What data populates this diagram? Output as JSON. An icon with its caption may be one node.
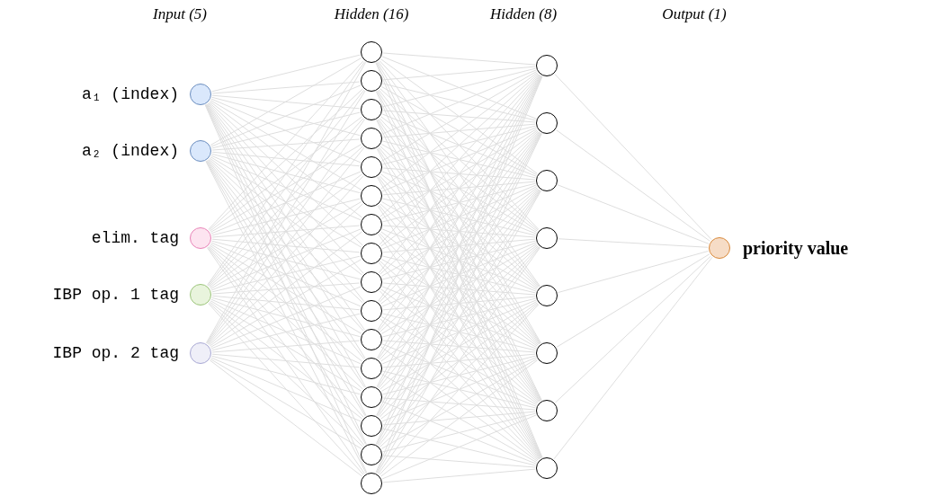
{
  "diagram": {
    "nodes": [
      {
        "text": [],
        "shape": "circle",
        "beside": [
          "a₁ (index)"
        ]
      },
      {
        "text": [],
        "shape": "circle",
        "beside": [
          "a₂ (index)"
        ]
      },
      {
        "text": [],
        "shape": "circle",
        "beside": [
          "elim. tag"
        ]
      },
      {
        "text": [],
        "shape": "circle",
        "beside": [
          "IBP op. 1 tag"
        ]
      },
      {
        "text": [],
        "shape": "circle",
        "beside": [
          "IBP op. 2 tag"
        ]
      },
      {
        "text": [],
        "shape": "circle"
      },
      {
        "text": [],
        "shape": "circle"
      },
      {
        "text": [],
        "shape": "circle"
      },
      {
        "text": [],
        "shape": "circle"
      },
      {
        "text": [],
        "shape": "circle"
      },
      {
        "text": [],
        "shape": "circle"
      },
      {
        "text": [],
        "shape": "circle"
      },
      {
        "text": [],
        "shape": "circle"
      },
      {
        "text": [],
        "shape": "circle"
      },
      {
        "text": [],
        "shape": "circle"
      },
      {
        "text": [],
        "shape": "circle"
      },
      {
        "text": [],
        "shape": "circle"
      },
      {
        "text": [],
        "shape": "circle"
      },
      {
        "text": [],
        "shape": "circle"
      },
      {
        "text": [],
        "shape": "circle"
      },
      {
        "text": [],
        "shape": "circle"
      },
      {
        "text": [],
        "shape": "circle"
      },
      {
        "text": [],
        "shape": "circle"
      },
      {
        "text": [],
        "shape": "circle"
      },
      {
        "text": [],
        "shape": "circle"
      },
      {
        "text": [],
        "shape": "circle"
      },
      {
        "text": [],
        "shape": "circle"
      },
      {
        "text": [],
        "shape": "circle"
      },
      {
        "text": [],
        "shape": "circle"
      },
      {
        "text": [],
        "shape": "circle",
        "beside": [
          "priority value"
        ]
      }
    ],
    "edges": [
      {
        "from": 0,
        "to": 5,
        "arrow": "none"
      },
      {
        "from": 0,
        "to": 6,
        "arrow": "none"
      },
      {
        "from": 0,
        "to": 7,
        "arrow": "none"
      },
      {
        "from": 0,
        "to": 8,
        "arrow": "none"
      },
      {
        "from": 0,
        "to": 9,
        "arrow": "none"
      },
      {
        "from": 0,
        "to": 10,
        "arrow": "none"
      },
      {
        "from": 0,
        "to": 11,
        "arrow": "none"
      },
      {
        "from": 0,
        "to": 12,
        "arrow": "none"
      },
      {
        "from": 0,
        "to": 13,
        "arrow": "none"
      },
      {
        "from": 0,
        "to": 14,
        "arrow": "none"
      },
      {
        "from": 0,
        "to": 15,
        "arrow": "none"
      },
      {
        "from": 0,
        "to": 16,
        "arrow": "none"
      },
      {
        "from": 0,
        "to": 17,
        "arrow": "none"
      },
      {
        "from": 0,
        "to": 18,
        "arrow": "none"
      },
      {
        "from": 0,
        "to": 19,
        "arrow": "none"
      },
      {
        "from": 0,
        "to": 20,
        "arrow": "none"
      },
      {
        "from": 1,
        "to": 5,
        "arrow": "none"
      },
      {
        "from": 1,
        "to": 6,
        "arrow": "none"
      },
      {
        "from": 1,
        "to": 7,
        "arrow": "none"
      },
      {
        "from": 1,
        "to": 8,
        "arrow": "none"
      },
      {
        "from": 1,
        "to": 9,
        "arrow": "none"
      },
      {
        "from": 1,
        "to": 10,
        "arrow": "none"
      },
      {
        "from": 1,
        "to": 11,
        "arrow": "none"
      },
      {
        "from": 1,
        "to": 12,
        "arrow": "none"
      },
      {
        "from": 1,
        "to": 13,
        "arrow": "none"
      },
      {
        "from": 1,
        "to": 14,
        "arrow": "none"
      },
      {
        "from": 1,
        "to": 15,
        "arrow": "none"
      },
      {
        "from": 1,
        "to": 16,
        "arrow": "none"
      },
      {
        "from": 1,
        "to": 17,
        "arrow": "none"
      },
      {
        "from": 1,
        "to": 18,
        "arrow": "none"
      },
      {
        "from": 1,
        "to": 19,
        "arrow": "none"
      },
      {
        "from": 1,
        "to": 20,
        "arrow": "none"
      },
      {
        "from": 2,
        "to": 5,
        "arrow": "none"
      },
      {
        "from": 2,
        "to": 6,
        "arrow": "none"
      },
      {
        "from": 2,
        "to": 7,
        "arrow": "none"
      },
      {
        "from": 2,
        "to": 8,
        "arrow": "none"
      },
      {
        "from": 2,
        "to": 9,
        "arrow": "none"
      },
      {
        "from": 2,
        "to": 10,
        "arrow": "none"
      },
      {
        "from": 2,
        "to": 11,
        "arrow": "none"
      },
      {
        "from": 2,
        "to": 12,
        "arrow": "none"
      },
      {
        "from": 2,
        "to": 13,
        "arrow": "none"
      },
      {
        "from": 2,
        "to": 14,
        "arrow": "none"
      },
      {
        "from": 2,
        "to": 15,
        "arrow": "none"
      },
      {
        "from": 2,
        "to": 16,
        "arrow": "none"
      },
      {
        "from": 2,
        "to": 17,
        "arrow": "none"
      },
      {
        "from": 2,
        "to": 18,
        "arrow": "none"
      },
      {
        "from": 2,
        "to": 19,
        "arrow": "none"
      },
      {
        "from": 2,
        "to": 20,
        "arrow": "none"
      },
      {
        "from": 3,
        "to": 5,
        "arrow": "none"
      },
      {
        "from": 3,
        "to": 6,
        "arrow": "none"
      },
      {
        "from": 3,
        "to": 7,
        "arrow": "none"
      },
      {
        "from": 3,
        "to": 8,
        "arrow": "none"
      },
      {
        "from": 3,
        "to": 9,
        "arrow": "none"
      },
      {
        "from": 3,
        "to": 10,
        "arrow": "none"
      },
      {
        "from": 3,
        "to": 11,
        "arrow": "none"
      },
      {
        "from": 3,
        "to": 12,
        "arrow": "none"
      },
      {
        "from": 3,
        "to": 13,
        "arrow": "none"
      },
      {
        "from": 3,
        "to": 14,
        "arrow": "none"
      },
      {
        "from": 3,
        "to": 15,
        "arrow": "none"
      },
      {
        "from": 3,
        "to": 16,
        "arrow": "none"
      },
      {
        "from": 3,
        "to": 17,
        "arrow": "none"
      },
      {
        "from": 3,
        "to": 18,
        "arrow": "none"
      },
      {
        "from": 3,
        "to": 19,
        "arrow": "none"
      },
      {
        "from": 3,
        "to": 20,
        "arrow": "none"
      },
      {
        "from": 4,
        "to": 5,
        "arrow": "none"
      },
      {
        "from": 4,
        "to": 6,
        "arrow": "none"
      },
      {
        "from": 4,
        "to": 7,
        "arrow": "none"
      },
      {
        "from": 4,
        "to": 8,
        "arrow": "none"
      },
      {
        "from": 4,
        "to": 9,
        "arrow": "none"
      },
      {
        "from": 4,
        "to": 10,
        "arrow": "none"
      },
      {
        "from": 4,
        "to": 11,
        "arrow": "none"
      },
      {
        "from": 4,
        "to": 12,
        "arrow": "none"
      },
      {
        "from": 4,
        "to": 13,
        "arrow": "none"
      },
      {
        "from": 4,
        "to": 14,
        "arrow": "none"
      },
      {
        "from": 4,
        "to": 15,
        "arrow": "none"
      },
      {
        "from": 4,
        "to": 16,
        "arrow": "none"
      },
      {
        "from": 4,
        "to": 17,
        "arrow": "none"
      },
      {
        "from": 4,
        "to": 18,
        "arrow": "none"
      },
      {
        "from": 4,
        "to": 19,
        "arrow": "none"
      },
      {
        "from": 4,
        "to": 20,
        "arrow": "none"
      },
      {
        "from": 5,
        "to": 21,
        "arrow": "none"
      },
      {
        "from": 5,
        "to": 22,
        "arrow": "none"
      },
      {
        "from": 5,
        "to": 23,
        "arrow": "none"
      },
      {
        "from": 5,
        "to": 24,
        "arrow": "none"
      },
      {
        "from": 5,
        "to": 25,
        "arrow": "none"
      },
      {
        "from": 5,
        "to": 26,
        "arrow": "none"
      },
      {
        "from": 5,
        "to": 27,
        "arrow": "none"
      },
      {
        "from": 5,
        "to": 28,
        "arrow": "none"
      },
      {
        "from": 6,
        "to": 21,
        "arrow": "none"
      },
      {
        "from": 6,
        "to": 22,
        "arrow": "none"
      },
      {
        "from": 6,
        "to": 23,
        "arrow": "none"
      },
      {
        "from": 6,
        "to": 24,
        "arrow": "none"
      },
      {
        "from": 6,
        "to": 25,
        "arrow": "none"
      },
      {
        "from": 6,
        "to": 26,
        "arrow": "none"
      },
      {
        "from": 6,
        "to": 27,
        "arrow": "none"
      },
      {
        "from": 6,
        "to": 28,
        "arrow": "none"
      },
      {
        "from": 7,
        "to": 21,
        "arrow": "none"
      },
      {
        "from": 7,
        "to": 22,
        "arrow": "none"
      },
      {
        "from": 7,
        "to": 23,
        "arrow": "none"
      },
      {
        "from": 7,
        "to": 24,
        "arrow": "none"
      },
      {
        "from": 7,
        "to": 25,
        "arrow": "none"
      },
      {
        "from": 7,
        "to": 26,
        "arrow": "none"
      },
      {
        "from": 7,
        "to": 27,
        "arrow": "none"
      },
      {
        "from": 7,
        "to": 28,
        "arrow": "none"
      },
      {
        "from": 8,
        "to": 21,
        "arrow": "none"
      },
      {
        "from": 8,
        "to": 22,
        "arrow": "none"
      },
      {
        "from": 8,
        "to": 23,
        "arrow": "none"
      },
      {
        "from": 8,
        "to": 24,
        "arrow": "none"
      },
      {
        "from": 8,
        "to": 25,
        "arrow": "none"
      },
      {
        "from": 8,
        "to": 26,
        "arrow": "none"
      },
      {
        "from": 8,
        "to": 27,
        "arrow": "none"
      },
      {
        "from": 8,
        "to": 28,
        "arrow": "none"
      },
      {
        "from": 9,
        "to": 21,
        "arrow": "none"
      },
      {
        "from": 9,
        "to": 22,
        "arrow": "none"
      },
      {
        "from": 9,
        "to": 23,
        "arrow": "none"
      },
      {
        "from": 9,
        "to": 24,
        "arrow": "none"
      },
      {
        "from": 9,
        "to": 25,
        "arrow": "none"
      },
      {
        "from": 9,
        "to": 26,
        "arrow": "none"
      },
      {
        "from": 9,
        "to": 27,
        "arrow": "none"
      },
      {
        "from": 9,
        "to": 28,
        "arrow": "none"
      },
      {
        "from": 10,
        "to": 21,
        "arrow": "none"
      },
      {
        "from": 10,
        "to": 22,
        "arrow": "none"
      },
      {
        "from": 10,
        "to": 23,
        "arrow": "none"
      },
      {
        "from": 10,
        "to": 24,
        "arrow": "none"
      },
      {
        "from": 10,
        "to": 25,
        "arrow": "none"
      },
      {
        "from": 10,
        "to": 26,
        "arrow": "none"
      },
      {
        "from": 10,
        "to": 27,
        "arrow": "none"
      },
      {
        "from": 10,
        "to": 28,
        "arrow": "none"
      },
      {
        "from": 11,
        "to": 21,
        "arrow": "none"
      },
      {
        "from": 11,
        "to": 22,
        "arrow": "none"
      },
      {
        "from": 11,
        "to": 23,
        "arrow": "none"
      },
      {
        "from": 11,
        "to": 24,
        "arrow": "none"
      },
      {
        "from": 11,
        "to": 25,
        "arrow": "none"
      },
      {
        "from": 11,
        "to": 26,
        "arrow": "none"
      },
      {
        "from": 11,
        "to": 27,
        "arrow": "none"
      },
      {
        "from": 11,
        "to": 28,
        "arrow": "none"
      },
      {
        "from": 12,
        "to": 21,
        "arrow": "none"
      },
      {
        "from": 12,
        "to": 22,
        "arrow": "none"
      },
      {
        "from": 12,
        "to": 23,
        "arrow": "none"
      },
      {
        "from": 12,
        "to": 24,
        "arrow": "none"
      },
      {
        "from": 12,
        "to": 25,
        "arrow": "none"
      },
      {
        "from": 12,
        "to": 26,
        "arrow": "none"
      },
      {
        "from": 12,
        "to": 27,
        "arrow": "none"
      },
      {
        "from": 12,
        "to": 28,
        "arrow": "none"
      },
      {
        "from": 13,
        "to": 21,
        "arrow": "none"
      },
      {
        "from": 13,
        "to": 22,
        "arrow": "none"
      },
      {
        "from": 13,
        "to": 23,
        "arrow": "none"
      },
      {
        "from": 13,
        "to": 24,
        "arrow": "none"
      },
      {
        "from": 13,
        "to": 25,
        "arrow": "none"
      },
      {
        "from": 13,
        "to": 26,
        "arrow": "none"
      },
      {
        "from": 13,
        "to": 27,
        "arrow": "none"
      },
      {
        "from": 13,
        "to": 28,
        "arrow": "none"
      },
      {
        "from": 14,
        "to": 21,
        "arrow": "none"
      },
      {
        "from": 14,
        "to": 22,
        "arrow": "none"
      },
      {
        "from": 14,
        "to": 23,
        "arrow": "none"
      },
      {
        "from": 14,
        "to": 24,
        "arrow": "none"
      },
      {
        "from": 14,
        "to": 25,
        "arrow": "none"
      },
      {
        "from": 14,
        "to": 26,
        "arrow": "none"
      },
      {
        "from": 14,
        "to": 27,
        "arrow": "none"
      },
      {
        "from": 14,
        "to": 28,
        "arrow": "none"
      },
      {
        "from": 15,
        "to": 21,
        "arrow": "none"
      },
      {
        "from": 15,
        "to": 22,
        "arrow": "none"
      },
      {
        "from": 15,
        "to": 23,
        "arrow": "none"
      },
      {
        "from": 15,
        "to": 24,
        "arrow": "none"
      },
      {
        "from": 15,
        "to": 25,
        "arrow": "none"
      },
      {
        "from": 15,
        "to": 26,
        "arrow": "none"
      },
      {
        "from": 15,
        "to": 27,
        "arrow": "none"
      },
      {
        "from": 15,
        "to": 28,
        "arrow": "none"
      },
      {
        "from": 16,
        "to": 21,
        "arrow": "none"
      },
      {
        "from": 16,
        "to": 22,
        "arrow": "none"
      },
      {
        "from": 16,
        "to": 23,
        "arrow": "none"
      },
      {
        "from": 16,
        "to": 24,
        "arrow": "none"
      },
      {
        "from": 16,
        "to": 25,
        "arrow": "none"
      },
      {
        "from": 16,
        "to": 26,
        "arrow": "none"
      },
      {
        "from": 16,
        "to": 27,
        "arrow": "none"
      },
      {
        "from": 16,
        "to": 28,
        "arrow": "none"
      },
      {
        "from": 17,
        "to": 21,
        "arrow": "none"
      },
      {
        "from": 17,
        "to": 22,
        "arrow": "none"
      },
      {
        "from": 17,
        "to": 23,
        "arrow": "none"
      },
      {
        "from": 17,
        "to": 24,
        "arrow": "none"
      },
      {
        "from": 17,
        "to": 25,
        "arrow": "none"
      },
      {
        "from": 17,
        "to": 26,
        "arrow": "none"
      },
      {
        "from": 17,
        "to": 27,
        "arrow": "none"
      },
      {
        "from": 17,
        "to": 28,
        "arrow": "none"
      },
      {
        "from": 18,
        "to": 21,
        "arrow": "none"
      },
      {
        "from": 18,
        "to": 22,
        "arrow": "none"
      },
      {
        "from": 18,
        "to": 23,
        "arrow": "none"
      },
      {
        "from": 18,
        "to": 24,
        "arrow": "none"
      },
      {
        "from": 18,
        "to": 25,
        "arrow": "none"
      },
      {
        "from": 18,
        "to": 26,
        "arrow": "none"
      },
      {
        "from": 18,
        "to": 27,
        "arrow": "none"
      },
      {
        "from": 18,
        "to": 28,
        "arrow": "none"
      },
      {
        "from": 19,
        "to": 21,
        "arrow": "none"
      },
      {
        "from": 19,
        "to": 22,
        "arrow": "none"
      },
      {
        "from": 19,
        "to": 23,
        "arrow": "none"
      },
      {
        "from": 19,
        "to": 24,
        "arrow": "none"
      },
      {
        "from": 19,
        "to": 25,
        "arrow": "none"
      },
      {
        "from": 19,
        "to": 26,
        "arrow": "none"
      },
      {
        "from": 19,
        "to": 27,
        "arrow": "none"
      },
      {
        "from": 19,
        "to": 28,
        "arrow": "none"
      },
      {
        "from": 20,
        "to": 21,
        "arrow": "none"
      },
      {
        "from": 20,
        "to": 22,
        "arrow": "none"
      },
      {
        "from": 20,
        "to": 23,
        "arrow": "none"
      },
      {
        "from": 20,
        "to": 24,
        "arrow": "none"
      },
      {
        "from": 20,
        "to": 25,
        "arrow": "none"
      },
      {
        "from": 20,
        "to": 26,
        "arrow": "none"
      },
      {
        "from": 20,
        "to": 27,
        "arrow": "none"
      },
      {
        "from": 20,
        "to": 28,
        "arrow": "none"
      },
      {
        "from": 21,
        "to": 29,
        "arrow": "none"
      },
      {
        "from": 22,
        "to": 29,
        "arrow": "none"
      },
      {
        "from": 23,
        "to": 29,
        "arrow": "none"
      },
      {
        "from": 24,
        "to": 29,
        "arrow": "none"
      },
      {
        "from": 25,
        "to": 29,
        "arrow": "none"
      },
      {
        "from": 26,
        "to": 29,
        "arrow": "none"
      },
      {
        "from": 27,
        "to": 29,
        "arrow": "none"
      },
      {
        "from": 28,
        "to": 29,
        "arrow": "none"
      }
    ],
    "labels": [
      "Input (5)",
      "Hidden (16)",
      "Hidden (8)",
      "Output (1)"
    ]
  }
}
